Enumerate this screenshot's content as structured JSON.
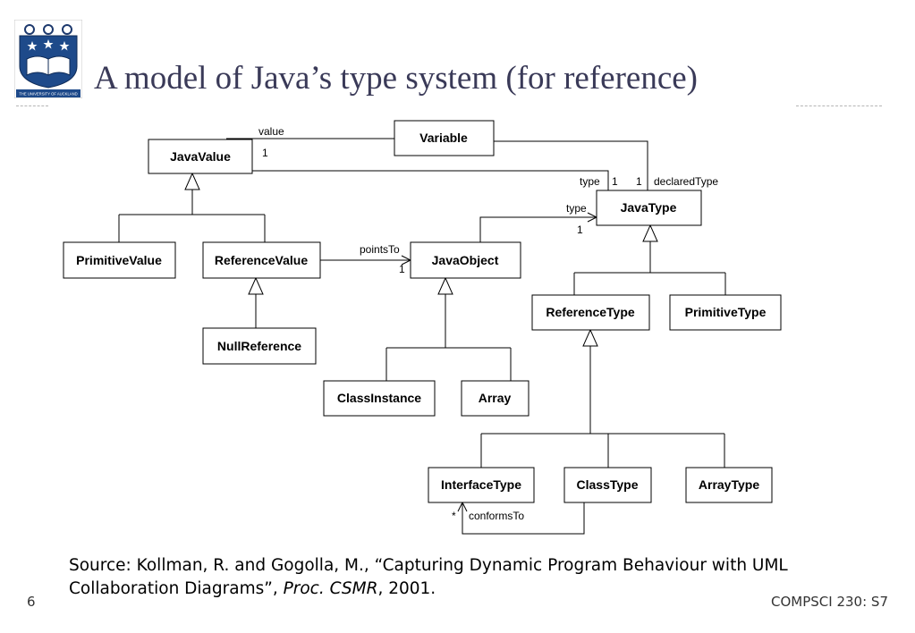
{
  "slide": {
    "title": "A model of Java’s type system (for reference)",
    "number": "6",
    "footer": "COMPSCI 230: S7",
    "logo": {
      "name": "university-crest",
      "text": "THE UNIVERSITY OF AUCKLAND NEW ZEALAND"
    }
  },
  "diagram": {
    "classes": {
      "variable": "Variable",
      "java_value": "JavaValue",
      "primitive_value": "PrimitiveValue",
      "reference_value": "ReferenceValue",
      "null_reference": "NullReference",
      "java_object": "JavaObject",
      "class_instance": "ClassInstance",
      "array": "Array",
      "java_type": "JavaType",
      "reference_type": "ReferenceType",
      "primitive_type": "PrimitiveType",
      "interface_type": "InterfaceType",
      "class_type": "ClassType",
      "array_type": "ArrayType"
    },
    "labels": {
      "value": "value",
      "value_mult": "1",
      "type_var": "type",
      "type_var_mult": "1",
      "declared_mult": "1",
      "declared_type": "declaredType",
      "obj_type": "type",
      "obj_type_mult": "1",
      "points_to": "pointsTo",
      "points_to_mult": "1",
      "conforms_mult": "*",
      "conforms_to": "conformsTo"
    }
  },
  "source": {
    "prefix": "Source: Kollman, R. and Gogolla, M., “Capturing Dynamic Program Behaviour with UML Collaboration Diagrams”, ",
    "journal": "Proc. CSMR",
    "suffix": ", 2001."
  }
}
